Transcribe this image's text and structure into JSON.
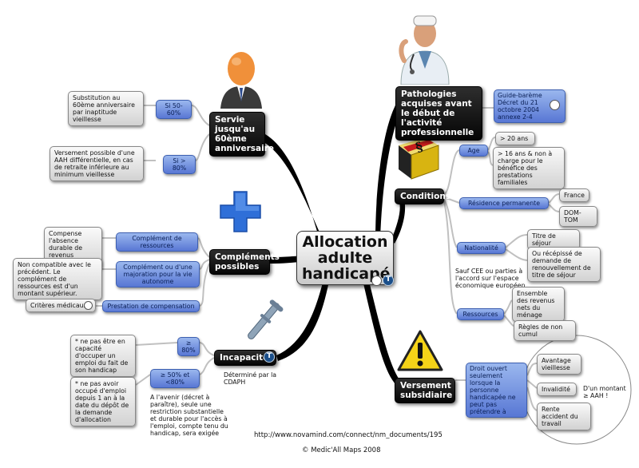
{
  "center": {
    "line1": "Allocation",
    "line2": "adulte",
    "line3": "handicapé"
  },
  "servie": {
    "title": "Servie jusqu'au 60ème anniversaire",
    "b1": "Si 50-60%",
    "b2": "Si > 80%",
    "n1": "Substitution au 60ème anniversaire par inaptitude vieillesse",
    "n2": "Versement possible d'une AAH différentielle, en cas de retraite inférieure au minimum vieillesse"
  },
  "complements": {
    "title": "Compléments possibles",
    "b1": "Complément de ressources",
    "b2": "Complément ou d'une majoration pour la vie autonome",
    "b3": "Prestation de compensation",
    "n1": "Compense l'absence durable de revenus d'activité",
    "n2": "Non compatible avec le précédent. Le complément de ressources est d'un montant supérieur.",
    "n3": "Critères médicaux"
  },
  "incapacite": {
    "title": "Incapacité",
    "b1": "≥ 80%",
    "b2": "≥ 50% et <80%",
    "n1": "* ne pas être en capacité d'occuper un emploi du fait de son handicap",
    "n2": "* ne pas avoir occupé d'emploi depuis 1 an à la date du dépôt de la demande d'allocation",
    "note1": "Déterminé par la CDAPH",
    "note2": "A l'avenir (décret à paraître), seule une restriction substantielle et durable pour l'accès à l'emploi, compte tenu du handicap, sera exigée"
  },
  "pathologies": {
    "title": "Pathologies acquises avant le début de l'activité professionnelle",
    "b1": "Guide-barème Décret du 21 octobre 2004 annexe 2-4"
  },
  "conditions": {
    "title": "Conditions",
    "age": "Age",
    "age1": "> 20 ans",
    "age2": "> 16 ans & non à charge pour le bénéfice des prestations familiales",
    "residence": "Résidence permanente",
    "res1": "France",
    "res2": "DOM-TOM",
    "nationalite": "Nationalité",
    "nat1": "Titre de séjour",
    "nat2": "Ou récépissé de demande de renouvellement de titre de séjour",
    "nat_note": "Sauf CEE ou parties à l'accord sur l'espace économique européen",
    "ressources": "Ressources",
    "ress1": "Ensemble des revenus nets du ménage",
    "ress2": "Règles de non cumul"
  },
  "versement": {
    "title": "Versement subsidiaire",
    "b1": "Droit ouvert seulement lorsque la personne handicapée ne peut pas prétendre à",
    "n1": "Avantage vieillesse",
    "n2": "Invalidité",
    "n3": "Rente accident du travail",
    "note": "D'un montant ≥ AAH !"
  },
  "footer": {
    "url": "http://www.novamind.com/connect/nm_documents/195",
    "copyright": "© Medic'All Maps 2008"
  },
  "colors": {
    "branch": "#000000",
    "link": "#c8c8c8",
    "blue_node": "#6f8fe0",
    "cross": "#2f6fd8",
    "warning": "#f5d318",
    "book": "#d8b411"
  },
  "icons": [
    "person-icon",
    "doctor-icon",
    "cross-icon",
    "book-icon",
    "crutch-icon",
    "warning-icon",
    "resource-icon",
    "text-note-icon"
  ]
}
